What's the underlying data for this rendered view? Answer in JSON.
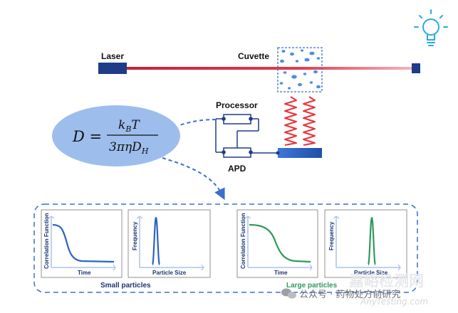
{
  "labels": {
    "laser": "Laser",
    "cuvette": "Cuvette",
    "processor": "Processor",
    "apd": "APD"
  },
  "formula": {
    "lhs": "D =",
    "numerator": "k",
    "numerator_sub": "B",
    "numerator_tail": "T",
    "denominator": "3πηD",
    "denominator_sub": "H"
  },
  "panels": {
    "small": {
      "group_label": "Small particles",
      "correlation": {
        "ylabel": "Correlation Function",
        "xlabel": "Time",
        "curve": "steep-decay"
      },
      "distribution": {
        "ylabel": "Frequency",
        "xlabel": "Particle Size",
        "peak": "narrow"
      }
    },
    "large": {
      "group_label": "Large particles",
      "correlation": {
        "ylabel": "Correlation Function",
        "xlabel": "Time",
        "curve": "slow-decay"
      },
      "distribution": {
        "ylabel": "Frequency",
        "xlabel": "Particle Size",
        "peak": "narrow"
      }
    }
  },
  "watermark": {
    "wechat": "公众号 · 药物处方前研究",
    "brand": "嘉峪检测网",
    "brand_url": "AnyTesting.com"
  },
  "colors": {
    "navy": "#1f3c88",
    "beam": "#d4243d",
    "wave": "#e8343c",
    "blue_curve": "#2b63c4",
    "green_curve": "#2f9a5e",
    "dash": "#3b6fd0",
    "ellipse": "#9dbdec",
    "bulb": "#29a9e0"
  },
  "icons": [
    "lightbulb-icon",
    "wechat-icon"
  ]
}
